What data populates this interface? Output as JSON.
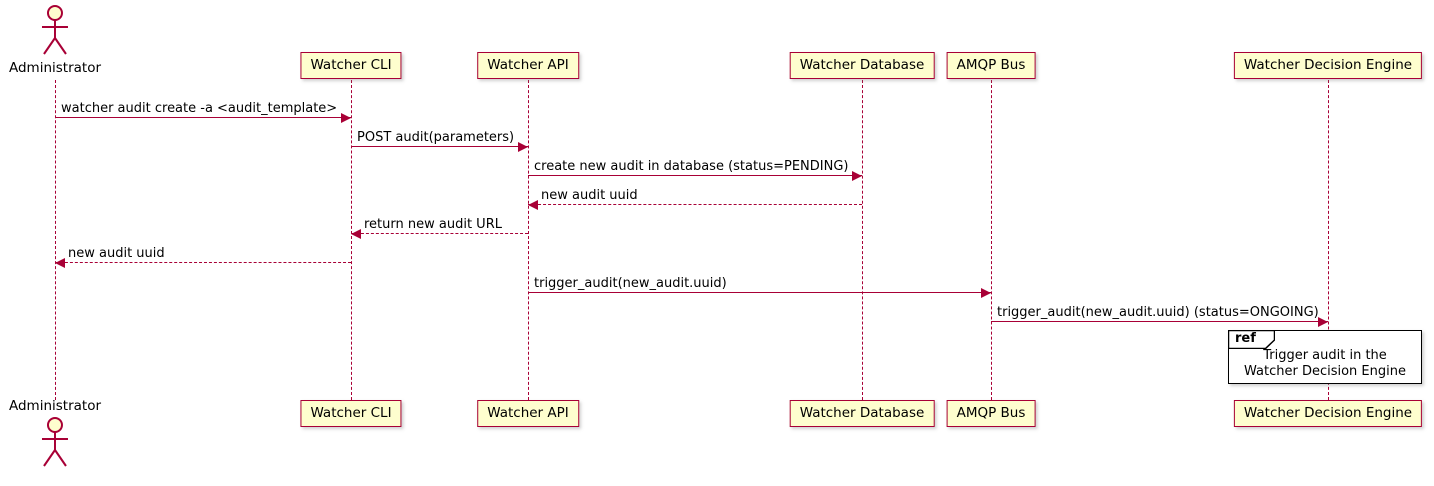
{
  "diagram": {
    "type": "sequence-diagram",
    "participants": [
      {
        "name": "Administrator",
        "kind": "actor"
      },
      {
        "name": "Watcher CLI",
        "kind": "participant"
      },
      {
        "name": "Watcher API",
        "kind": "participant"
      },
      {
        "name": "Watcher Database",
        "kind": "participant"
      },
      {
        "name": "AMQP Bus",
        "kind": "participant"
      },
      {
        "name": "Watcher Decision Engine",
        "kind": "participant"
      }
    ],
    "messages": [
      {
        "from": "Administrator",
        "to": "Watcher CLI",
        "style": "solid",
        "label": "watcher audit create -a <audit_template>"
      },
      {
        "from": "Watcher CLI",
        "to": "Watcher API",
        "style": "solid",
        "label": "POST audit(parameters)"
      },
      {
        "from": "Watcher API",
        "to": "Watcher Database",
        "style": "solid",
        "label": "create new audit in database (status=PENDING)"
      },
      {
        "from": "Watcher Database",
        "to": "Watcher API",
        "style": "dashed",
        "label": "new audit uuid"
      },
      {
        "from": "Watcher API",
        "to": "Watcher CLI",
        "style": "dashed",
        "label": "return new audit URL"
      },
      {
        "from": "Watcher CLI",
        "to": "Administrator",
        "style": "dashed",
        "label": "new audit uuid"
      },
      {
        "from": "Watcher API",
        "to": "AMQP Bus",
        "style": "solid",
        "label": "trigger_audit(new_audit.uuid)"
      },
      {
        "from": "AMQP Bus",
        "to": "Watcher Decision Engine",
        "style": "solid",
        "label": "trigger_audit(new_audit.uuid) (status=ONGOING)"
      }
    ],
    "ref": {
      "keyword": "ref",
      "lines": [
        "Trigger audit in the",
        "Watcher Decision Engine"
      ]
    }
  },
  "colors": {
    "participant_fill": "#FEFECE",
    "stroke": "#A80036",
    "text": "#000000",
    "ref_border": "#000000"
  }
}
